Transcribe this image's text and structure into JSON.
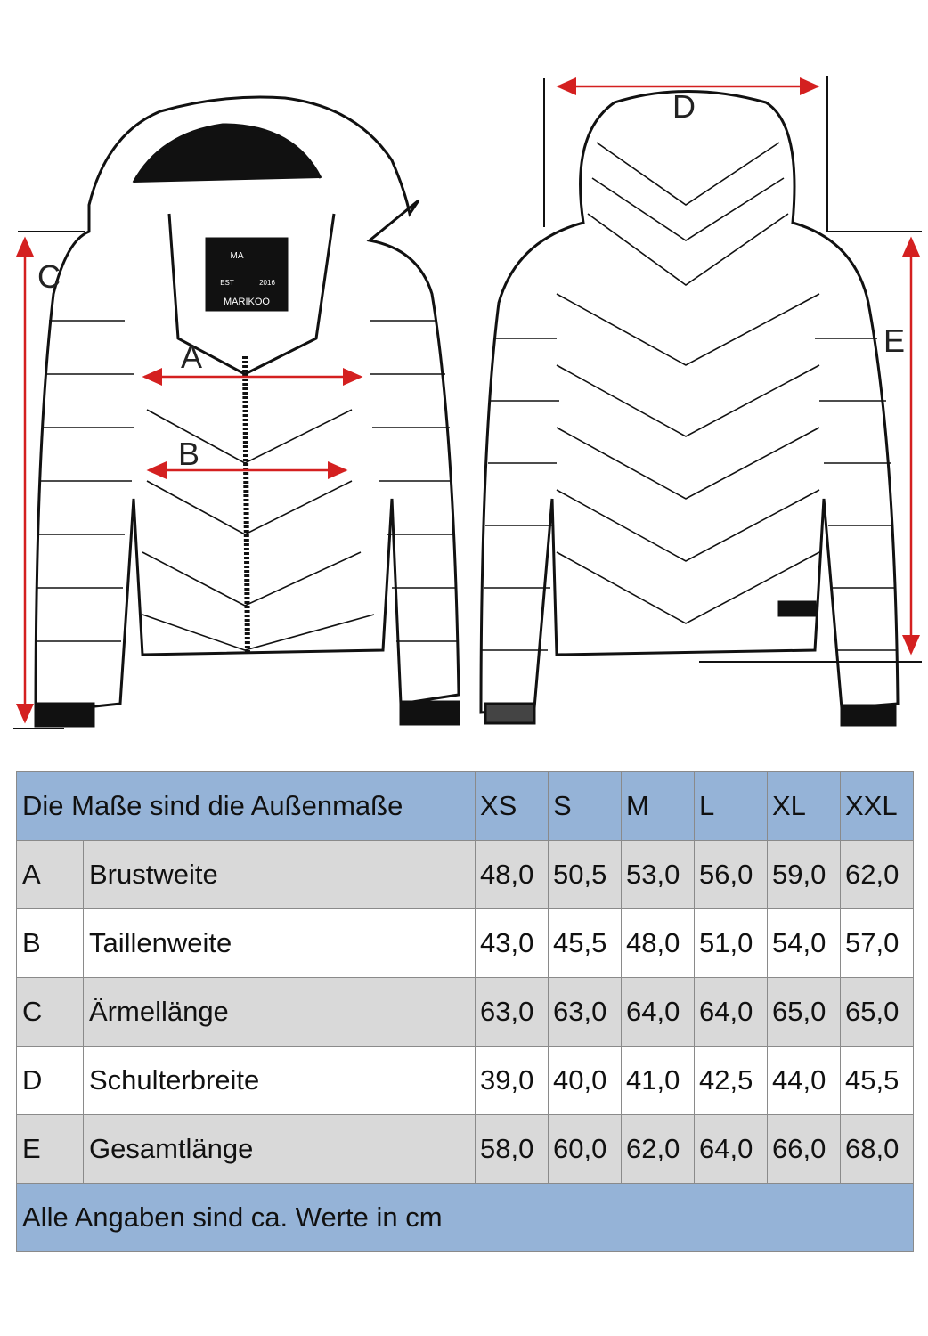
{
  "labels": {
    "a": "A",
    "b": "B",
    "c": "C",
    "d": "D",
    "e": "E"
  },
  "logo": {
    "brand": "MARIKOO",
    "est": "EST",
    "year": "2016",
    "mark": "MA"
  },
  "colors": {
    "header": "#95b3d7",
    "gray_row": "#d9d9d9",
    "arrow": "#d42020"
  },
  "table": {
    "header_title": "Die Maße sind die Außenmaße",
    "sizes": [
      "XS",
      "S",
      "M",
      "L",
      "XL",
      "XXL"
    ],
    "rows": [
      {
        "key": "A",
        "name": "Brustweite",
        "values": [
          "48,0",
          "50,5",
          "53,0",
          "56,0",
          "59,0",
          "62,0"
        ]
      },
      {
        "key": "B",
        "name": "Taillenweite",
        "values": [
          "43,0",
          "45,5",
          "48,0",
          "51,0",
          "54,0",
          "57,0"
        ]
      },
      {
        "key": "C",
        "name": "Ärmellänge",
        "values": [
          "63,0",
          "63,0",
          "64,0",
          "64,0",
          "65,0",
          "65,0"
        ]
      },
      {
        "key": "D",
        "name": "Schulterbreite",
        "values": [
          "39,0",
          "40,0",
          "41,0",
          "42,5",
          "44,0",
          "45,5"
        ]
      },
      {
        "key": "E",
        "name": "Gesamtlänge",
        "values": [
          "58,0",
          "60,0",
          "62,0",
          "64,0",
          "66,0",
          "68,0"
        ]
      }
    ],
    "footer": "Alle Angaben sind ca. Werte in cm"
  }
}
